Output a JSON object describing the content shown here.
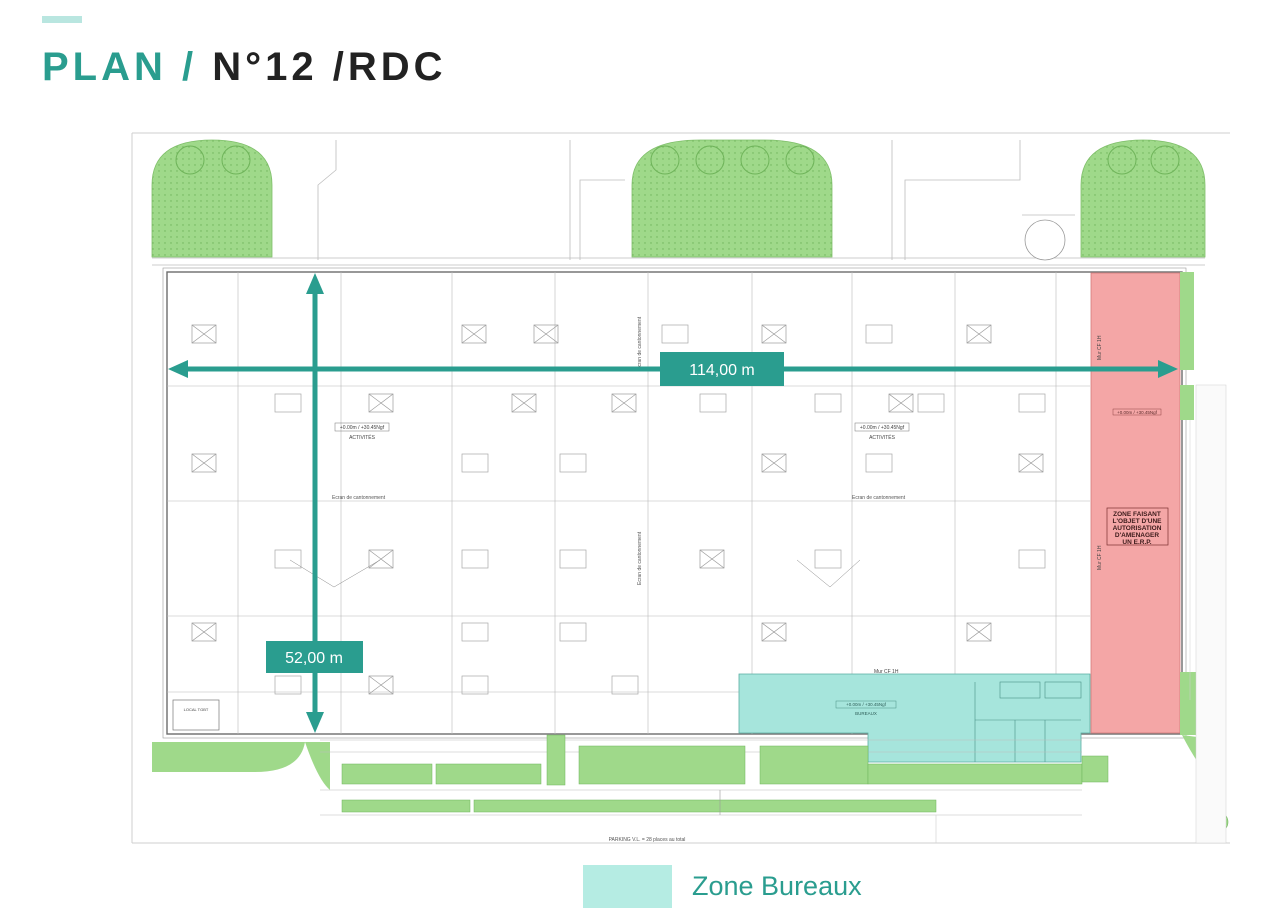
{
  "header": {
    "title_part1": "PLAN",
    "title_sep": " / ",
    "title_part2": "N°12 /RDC"
  },
  "plan": {
    "dimension_length": "114,00 m",
    "dimension_width": "52,00 m",
    "zone_activites_label": "ACTIVITÉS",
    "zone_activites_level": "+0.00m / +30.45Ngf",
    "ecran_label": "Ecran de cantonnement",
    "mur_label": "Mur CF 1H",
    "erp_zone_label_lines": [
      "ZONE FAISANT",
      "L'OBJET D'UNE",
      "AUTORISATION",
      "D'AMENAGER",
      "UN E.R.P."
    ],
    "bureaux_label": "BUREAUX",
    "bureaux_level": "+0.00m / +30.45Ngf",
    "parking_label": "PARKING V.L. = 28 places au total",
    "local_label": "LOCAL TGBT"
  },
  "legend": {
    "label": "Zone Bureaux",
    "color": "#b5ece3"
  },
  "colors": {
    "accent": "#2a9d8f",
    "green_space": "#9fd98a",
    "erp_zone": "#f4a6a6",
    "bureaux_zone": "#a6e5dc"
  }
}
